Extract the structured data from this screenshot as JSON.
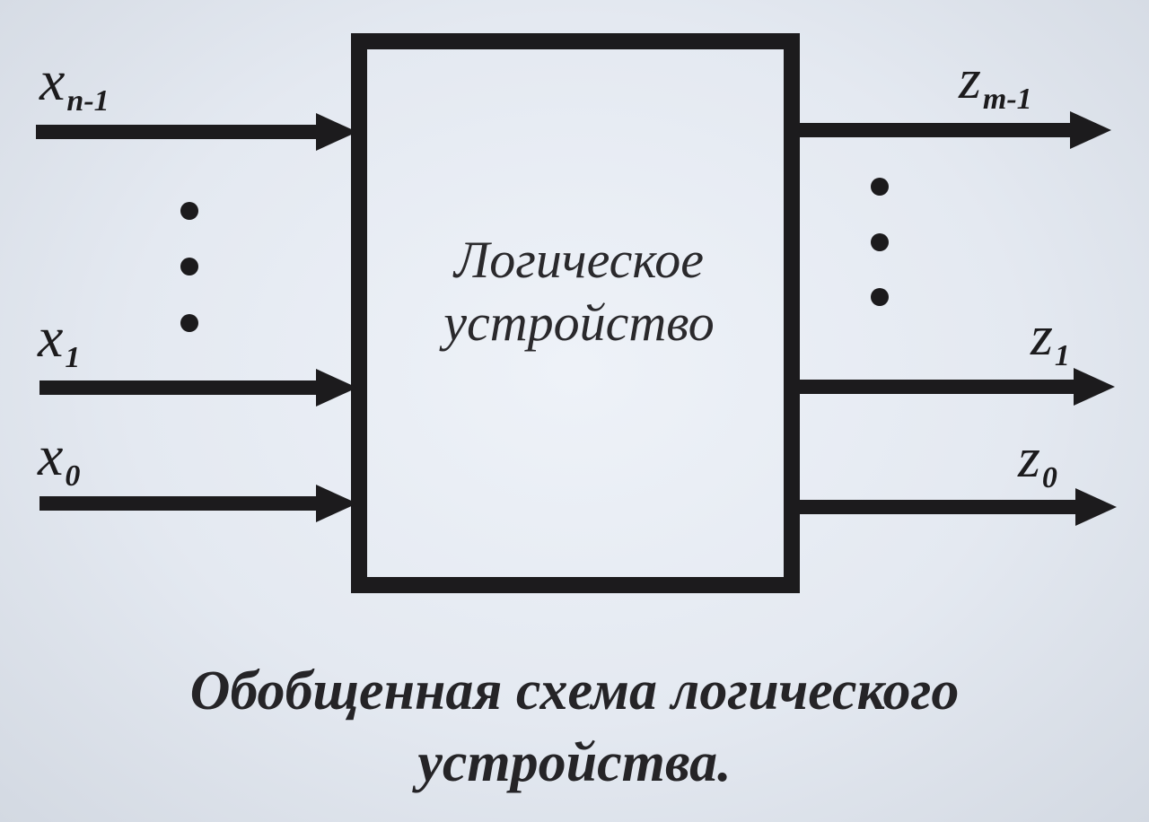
{
  "diagram": {
    "block": {
      "line1": "Логическое",
      "line2": "устройство"
    },
    "inputs": [
      {
        "var": "x",
        "sub": "n-1"
      },
      {
        "var": "x",
        "sub": "1"
      },
      {
        "var": "x",
        "sub": "0"
      }
    ],
    "outputs": [
      {
        "var": "z",
        "sub": "m-1"
      },
      {
        "var": "z",
        "sub": "1"
      },
      {
        "var": "z",
        "sub": "0"
      }
    ],
    "caption": {
      "line1": "Обобщенная схема логического",
      "line2": "устройства."
    },
    "colors": {
      "ink": "#1c1b1d",
      "background": "#e6ebf3"
    }
  }
}
